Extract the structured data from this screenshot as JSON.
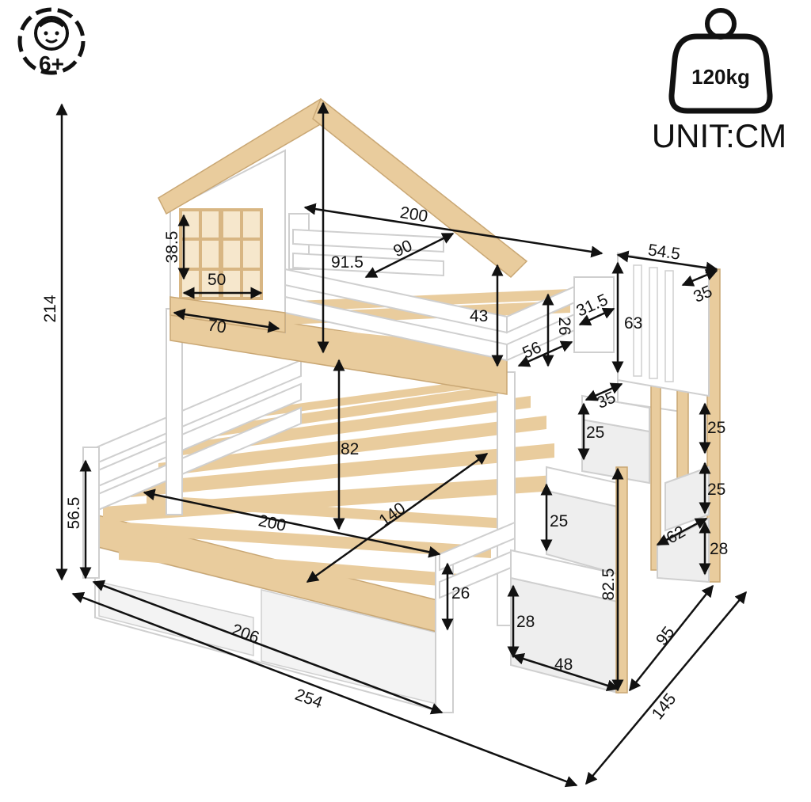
{
  "badges": {
    "age": "6+",
    "weight": "120kg",
    "unit": "UNIT:CM"
  },
  "icons": {
    "age": "child-face-icon",
    "weight": "weight-icon"
  },
  "colors": {
    "wood": "#e9cc9d",
    "wood_dark": "#d8b683",
    "frame": "#ffffff",
    "frame_shade": "#e6e6e6",
    "ink": "#111111"
  },
  "dimensions": {
    "overall_height": "214",
    "roof_height": "200",
    "top_bed_length": "200",
    "top_bed_width": "90",
    "top_inner": "91.5",
    "window_height": "38.5",
    "window_width": "50",
    "shelf_width": "70",
    "top_rail_height": "43",
    "top_guard_26": "26",
    "top_guard_56": "56",
    "platform_depth": "31.5",
    "stair_top_width": "54.5",
    "stair_top_depth": "35",
    "stair_guard_height": "63",
    "step_depth": "35",
    "step_rise_1": "25",
    "step_rise_2": "25",
    "step_rise_3": "25",
    "step_rise_4": "25",
    "step_rise_5": "25",
    "stair_depth_62": "62",
    "stair_base_28": "28",
    "stair_height": "82.5",
    "stair_bottom_28": "28",
    "stair_bottom_48": "48",
    "clearance": "82",
    "bottom_bed_length": "200",
    "bottom_bed_width": "140",
    "bottom_rail_height": "56.5",
    "front_guard": "26",
    "bed_length": "206",
    "total_length": "254",
    "stair_width_95": "95",
    "total_width": "145"
  }
}
